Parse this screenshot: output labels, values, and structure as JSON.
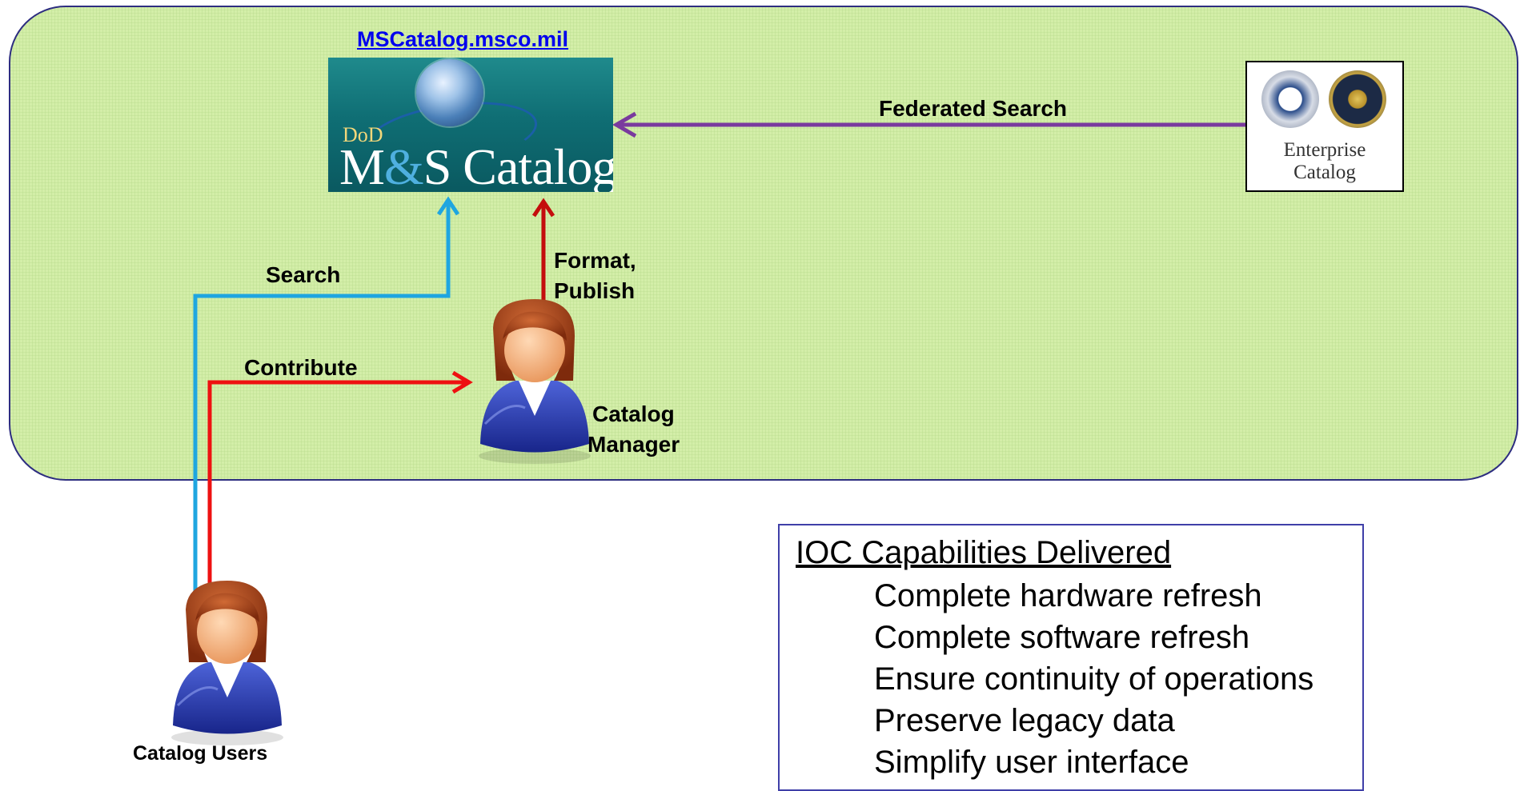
{
  "site_link": "MSCatalog.msco.mil",
  "logo": {
    "prefix": "DoD",
    "title_m": "M",
    "title_amp": "&",
    "title_rest": "S Catalog"
  },
  "enterprise_catalog": {
    "line1": "Enterprise",
    "line2": "Catalog"
  },
  "edges": {
    "federated_search": "Federated Search",
    "search": "Search",
    "format_publish_1": "Format,",
    "format_publish_2": "Publish",
    "contribute": "Contribute"
  },
  "actors": {
    "catalog_manager_1": "Catalog",
    "catalog_manager_2": "Manager",
    "catalog_users": "Catalog Users"
  },
  "capabilities": {
    "title": "IOC Capabilities Delivered",
    "items": [
      "Complete hardware refresh",
      "Complete software refresh",
      "Ensure continuity of operations",
      "Preserve legacy data",
      "Simplify user interface"
    ]
  },
  "colors": {
    "panel_fill": "#d3eea8",
    "panel_border": "#2d2d80",
    "search_arrow": "#1fa6e0",
    "contribute_arrow": "#ee1111",
    "publish_arrow": "#c40d0d",
    "federated_arrow": "#7a3a9e",
    "person_suit": "#2b3fb0",
    "person_hair": "#a33f18",
    "person_skin": "#f5b481"
  }
}
